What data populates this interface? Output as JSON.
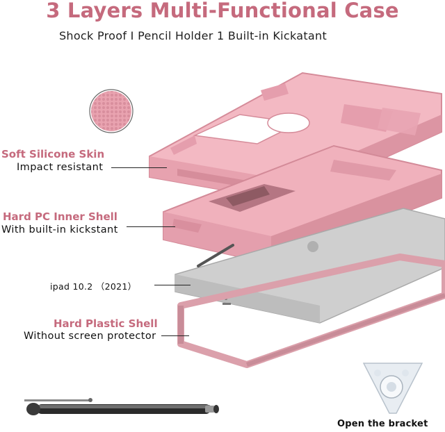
{
  "header": {
    "title": "3 Layers Multi-Functional Case",
    "subtitle": "Shock Proof I Pencil Holder 1 Built-in Kickatant"
  },
  "layers": [
    {
      "title": "Soft Silicone Skin",
      "subtitle": "Impact resistant"
    },
    {
      "title": "Hard PC Inner Shell",
      "subtitle": "With built-in kickstant"
    },
    {
      "title": "",
      "subtitle": "ipad 10.2 （2021）"
    },
    {
      "title": "Hard Plastic Shell",
      "subtitle": "Without screen protector"
    }
  ],
  "bracket": {
    "caption": "Open the bracket"
  },
  "colors": {
    "accent": "#c56a7d",
    "case_pink": "#f2b2bd",
    "tablet_silver": "#c9c9c9"
  }
}
